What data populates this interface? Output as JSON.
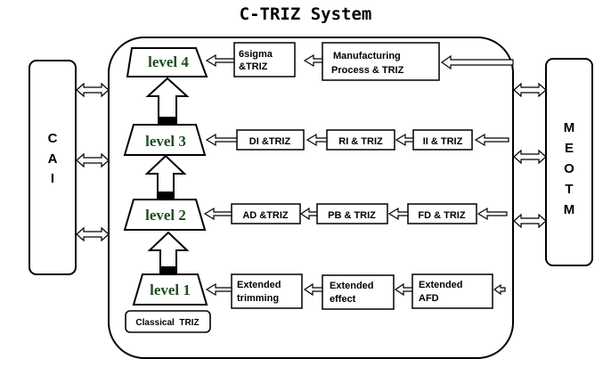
{
  "title": "C-TRIZ System",
  "left_panel": {
    "letters": [
      "C",
      "A",
      "I"
    ]
  },
  "right_panel": {
    "letters": [
      "M",
      "E",
      "O",
      "T",
      "M"
    ]
  },
  "levels": [
    "level 4",
    "level 3",
    "level 2",
    "level 1"
  ],
  "base_label": "Classical  TRIZ",
  "rows": [
    {
      "boxes": [
        [
          "6sigma",
          "&TRIZ"
        ],
        [
          "Manufacturing",
          "Process & TRIZ"
        ]
      ]
    },
    {
      "boxes": [
        [
          "DI &TRIZ"
        ],
        [
          "RI & TRIZ"
        ],
        [
          "II & TRIZ"
        ]
      ]
    },
    {
      "boxes": [
        [
          "AD &TRIZ"
        ],
        [
          "PB & TRIZ"
        ],
        [
          "FD & TRIZ"
        ]
      ]
    },
    {
      "boxes": [
        [
          "Extended",
          "trimming"
        ],
        [
          "Extended",
          "effect"
        ],
        [
          "Extended",
          "AFD"
        ]
      ]
    }
  ]
}
